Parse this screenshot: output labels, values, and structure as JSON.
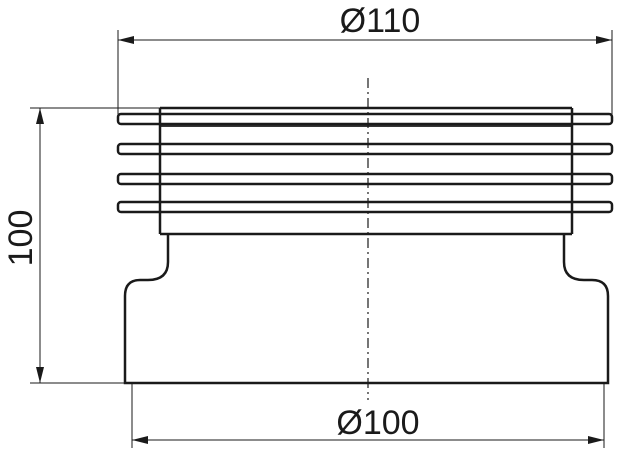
{
  "dimensions": {
    "top_diameter": "Ø110",
    "bottom_diameter": "Ø100",
    "height": "100"
  }
}
